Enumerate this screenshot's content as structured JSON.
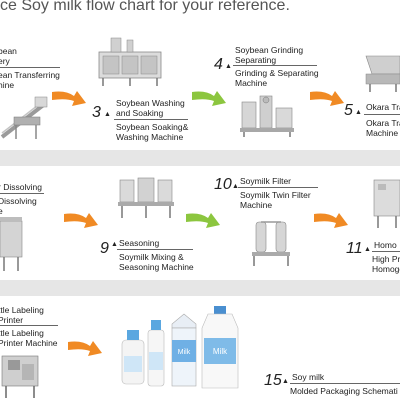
{
  "title": "ce Soy milk flow chart for your reference.",
  "steps": {
    "s1": {
      "name": "bean",
      "name2": "ery",
      "machine": "ean Transferring",
      "machine2": "hine"
    },
    "s3": {
      "num": "3",
      "name": "Soybean Washing",
      "name2": "and Soaking",
      "machine": "Soybean Soaking&",
      "machine2": "Washing Machine"
    },
    "s4": {
      "num": "4",
      "name": "Soybean Grinding",
      "name2": "Separating",
      "machine": "Grinding & Separating",
      "machine2": "Machine"
    },
    "s5": {
      "num": "5",
      "name": "Okara Tra",
      "machine": "Okara Tra",
      "machine2": "Machine"
    },
    "s8": {
      "name": "r Dissolving",
      "machine": "Dissolving",
      "machine2": "e"
    },
    "s9": {
      "num": "9",
      "name": "Seasoning",
      "machine": "Soymilk Mixing &",
      "machine2": "Seasoning Machine"
    },
    "s10": {
      "num": "10",
      "name": "Soymilk Filter",
      "machine": "Soymilk Twin Filter",
      "machine2": "Machine"
    },
    "s11": {
      "num": "11",
      "name": "Homo",
      "machine": "High Pre",
      "machine2": "Homoge"
    },
    "s14": {
      "name": "ttle Labeling",
      "name2": "Printer",
      "machine": "ttle Labeling",
      "machine2": "Printer Machine"
    },
    "s15": {
      "num": "15",
      "name": "Soy milk",
      "machine": "Molded Packaging Schemati"
    }
  },
  "carton_text": "Milk",
  "colors": {
    "arrow_orange": "#f08a24",
    "arrow_green": "#8cc63f",
    "band_gray": "#e6e6e6"
  }
}
